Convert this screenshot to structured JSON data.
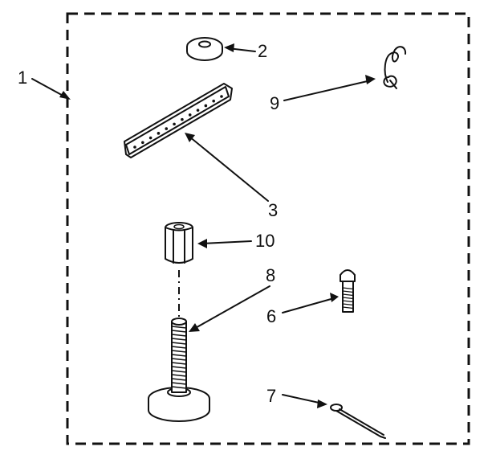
{
  "callouts": {
    "c1": "1",
    "c2": "2",
    "c3": "3",
    "c6": "6",
    "c7": "7",
    "c8": "8",
    "c9": "9",
    "c10": "10"
  },
  "colors": {
    "ink": "#111111",
    "paper": "#ffffff"
  }
}
